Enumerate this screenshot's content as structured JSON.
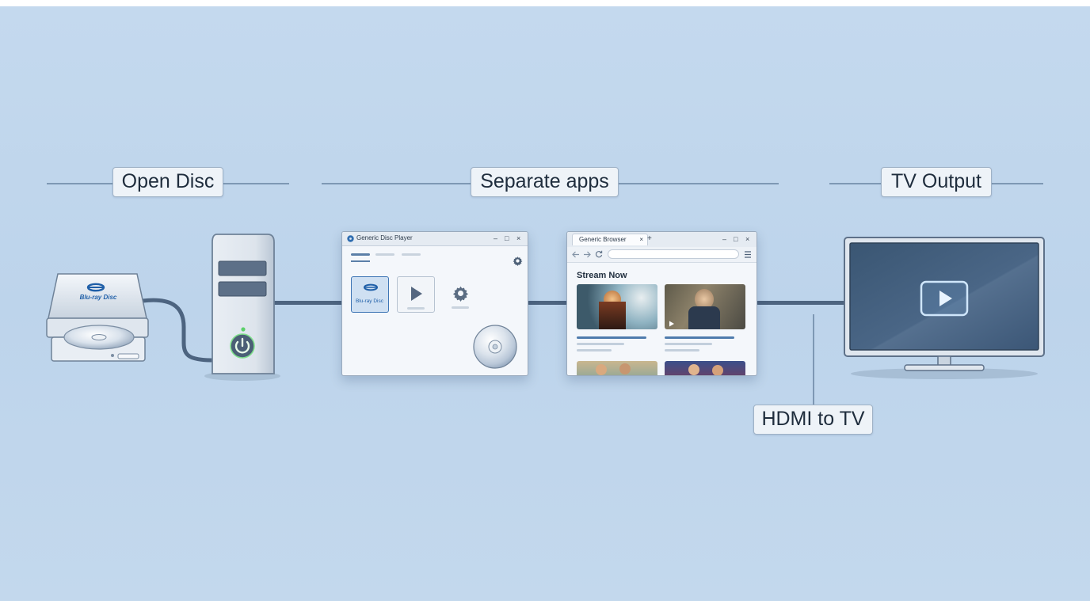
{
  "labels": {
    "open_disc": "Open Disc",
    "separate_apps": "Separate apps",
    "tv_output": "TV Output",
    "hdmi": "HDMI to TV"
  },
  "disc_player": {
    "title": "Generic Disc Player",
    "disc_button": "Blu-ray Disc",
    "controls": [
      "–",
      "□",
      "×"
    ]
  },
  "browser": {
    "tab": "Generic Browser",
    "tab_close": "×",
    "new_tab": "+",
    "heading": "Stream Now",
    "controls": [
      "–",
      "□",
      "×"
    ]
  },
  "drive": {
    "logo_text": "Blu-ray Disc"
  },
  "colors": {
    "background": "#c1d7ed",
    "accent_blue": "#2f6db0",
    "cable": "#4d6480",
    "tv_screen": "#3c5877",
    "power_led": "#5bd06a"
  },
  "icons": [
    "blu-ray-logo-icon",
    "disc-icon",
    "power-icon",
    "play-icon",
    "gear-icon",
    "back-icon",
    "forward-icon",
    "reload-icon",
    "menu-icon"
  ]
}
